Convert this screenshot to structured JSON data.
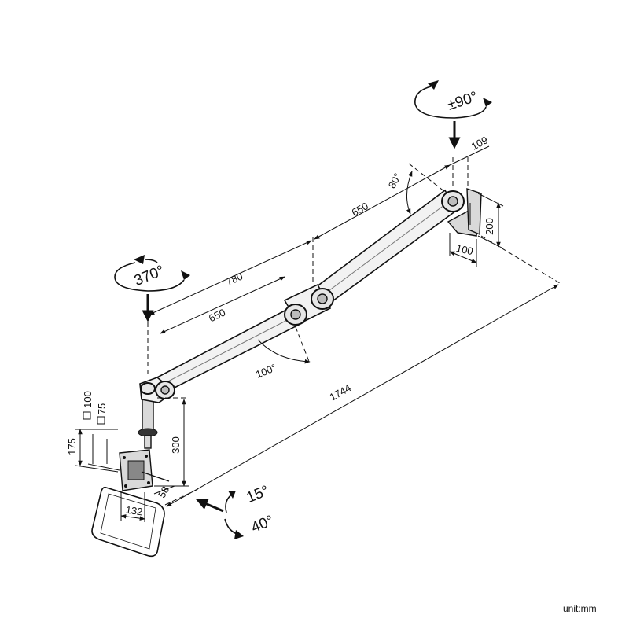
{
  "diagram": {
    "dimensions": {
      "total_reach": "1744",
      "upper_reach": "780",
      "lower_arm": "650",
      "upper_arm": "650",
      "wall_offset": "109",
      "wall_height": "200",
      "wall_width": "100",
      "pole_height": "300",
      "plate_width": "132",
      "plate_depth": "58",
      "vesa_height": "175",
      "vesa_100": "100",
      "vesa_75": "75"
    },
    "angles": {
      "pole_rotation": "370°",
      "wall_rotation": "±90°",
      "elbow_angle": "100°",
      "wall_joint_angle": "80°",
      "tilt_up": "15°",
      "tilt_down": "40°"
    },
    "unit_label": "unit:mm"
  }
}
